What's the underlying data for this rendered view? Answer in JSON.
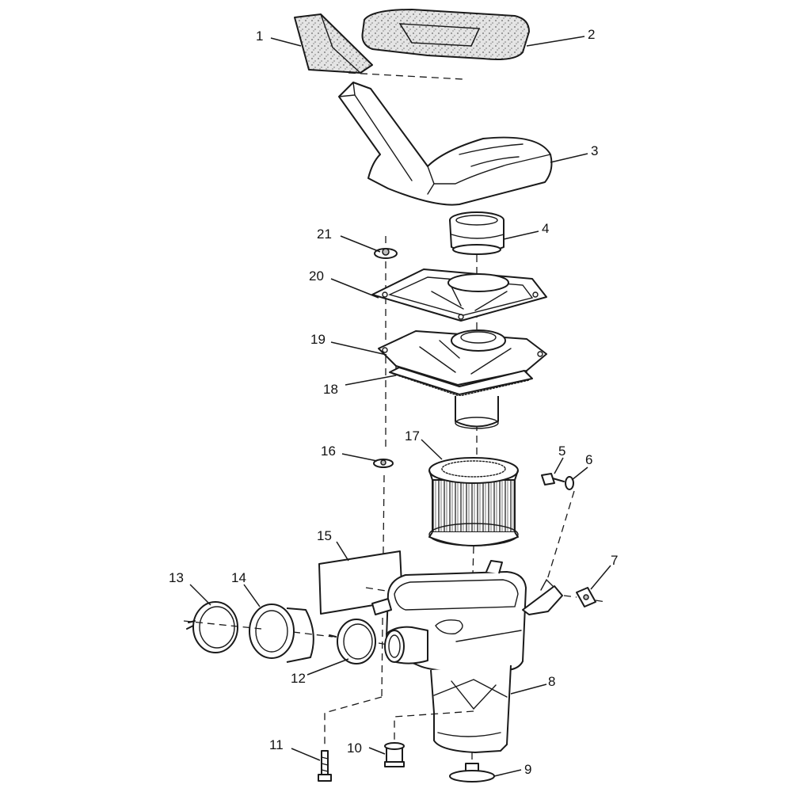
{
  "labels": {
    "p1": "1",
    "p2": "2",
    "p3": "3",
    "p4": "4",
    "p5": "5",
    "p6": "6",
    "p7": "7",
    "p8": "8",
    "p9": "9",
    "p10": "10",
    "p11": "11",
    "p12": "12",
    "p13": "13",
    "p14": "14",
    "p15": "15",
    "p16": "16",
    "p17": "17",
    "p18": "18",
    "p19": "19",
    "p20": "20",
    "p21": "21"
  },
  "colors": {
    "line": "#1a1a1a",
    "foam": "#d9d9d9",
    "background": "#ffffff"
  }
}
